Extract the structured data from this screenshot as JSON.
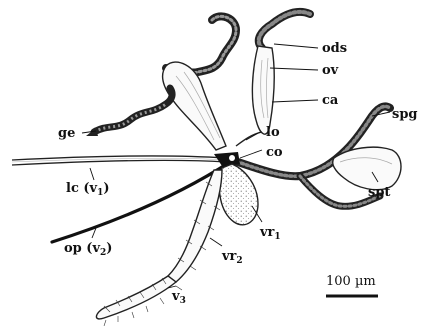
{
  "labels": {
    "ods": "ods",
    "ov": "ov",
    "ca": "ca",
    "ge": "ge",
    "lo": "lo",
    "co": "co",
    "spg": "spg",
    "spt": "spt",
    "lc": {
      "main": "lc (v",
      "sub": "1",
      "close": ")"
    },
    "op": {
      "main": "op (v",
      "sub": "2",
      "close": ")"
    },
    "vr1": {
      "main": "vr",
      "sub": "1"
    },
    "vr2": {
      "main": "vr",
      "sub": "2"
    },
    "v3": {
      "main": "v",
      "sub": "3"
    }
  },
  "scale_bar": {
    "label": "100 µm"
  }
}
